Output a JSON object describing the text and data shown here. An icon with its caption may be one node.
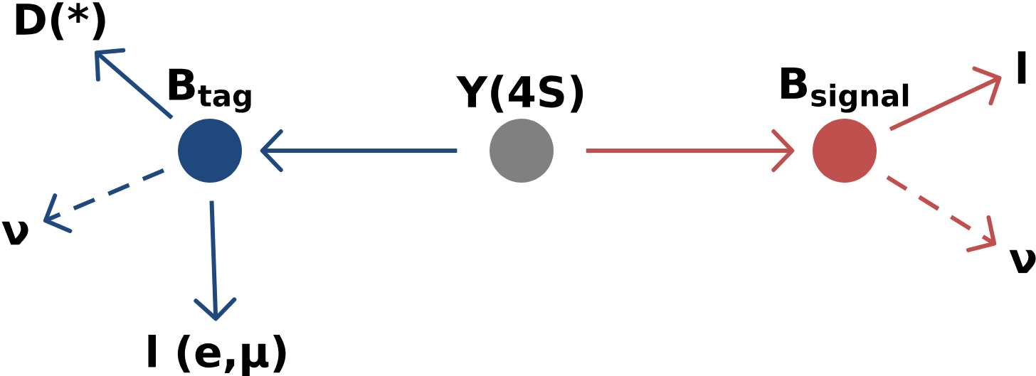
{
  "diagram": {
    "nodes": [
      {
        "text": [
          "Υ(4S)"
        ]
      },
      {
        "text": [
          "B$_{tag}$"
        ]
      },
      {
        "text": [
          "B$_{signal}$"
        ]
      },
      {
        "text": [
          "D(*)"
        ]
      },
      {
        "text": [
          "ν"
        ]
      },
      {
        "text": [
          "l (e,μ)"
        ]
      },
      {
        "text": [
          "l"
        ]
      },
      {
        "text": [
          "ν"
        ]
      }
    ],
    "edges": [
      {
        "from": 0,
        "to": 1,
        "arrow": "to",
        "color": "#1f497d"
      },
      {
        "from": 0,
        "to": 2,
        "arrow": "to",
        "color": "#c0504d"
      },
      {
        "from": 1,
        "to": 3,
        "arrow": "to",
        "color": "#1f497d"
      },
      {
        "from": 1,
        "to": 4,
        "arrow": "to",
        "style": "dashed",
        "color": "#1f497d"
      },
      {
        "from": 1,
        "to": 5,
        "arrow": "to",
        "color": "#1f497d"
      },
      {
        "from": 2,
        "to": 6,
        "arrow": "to",
        "color": "#c0504d"
      },
      {
        "from": 2,
        "to": 7,
        "arrow": "to",
        "style": "dashed",
        "color": "#c0504d"
      }
    ]
  }
}
